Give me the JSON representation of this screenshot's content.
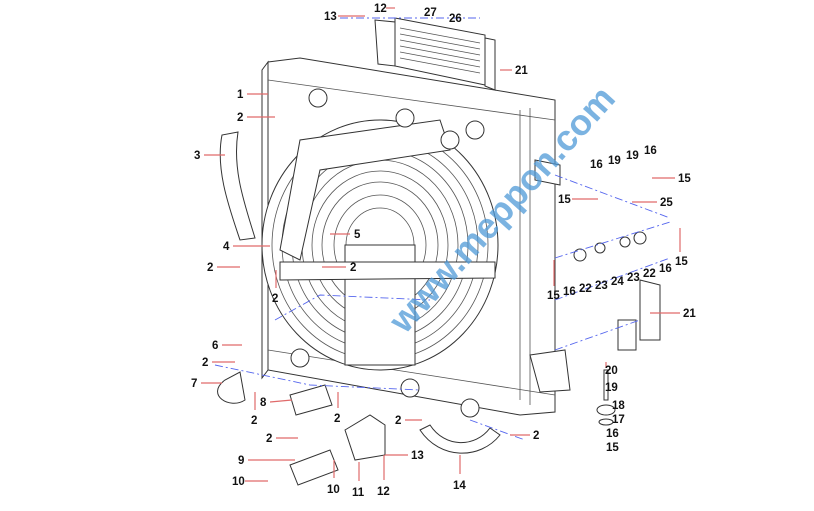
{
  "watermark": "www.meppon.com",
  "callouts": [
    "13",
    "12",
    "27",
    "26",
    "21",
    "1",
    "2",
    "3",
    "4",
    "5",
    "2",
    "2",
    "2",
    "6",
    "2",
    "7",
    "8",
    "2",
    "2",
    "2",
    "9",
    "10",
    "10",
    "11",
    "12",
    "13",
    "2",
    "14",
    "2",
    "16",
    "19",
    "19",
    "16",
    "15",
    "15",
    "25",
    "15",
    "16",
    "22",
    "23",
    "24",
    "23",
    "22",
    "16",
    "15",
    "21",
    "20",
    "19",
    "18",
    "17",
    "16",
    "15"
  ],
  "colors": {
    "leader": "#e06a6a",
    "centerline": "#5566ee",
    "watermark": "#4f9ad8"
  }
}
